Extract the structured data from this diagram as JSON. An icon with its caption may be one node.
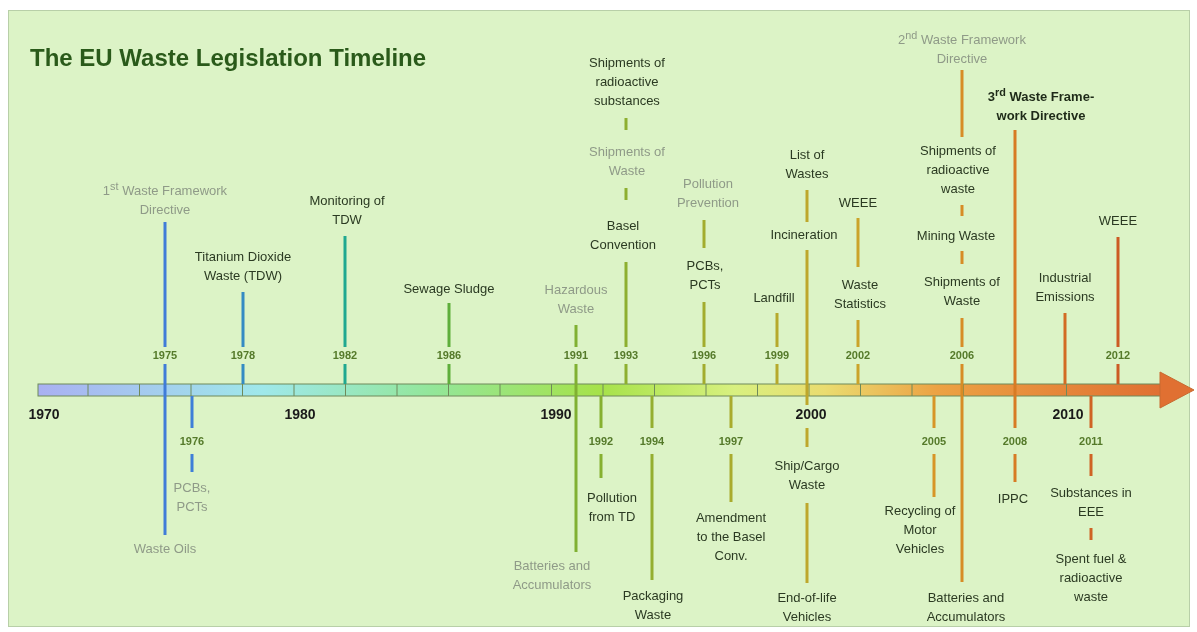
{
  "diagram": {
    "title": "The EU Waste Legislation Timeline",
    "labels": [
      "1$^{st}$ Waste Framework Directive",
      "Titanium Dioxide Waste (TDW)",
      "Monitoring of TDW",
      "Sewage Sludge",
      "Hazardous Waste",
      "Shipments of radioactive substances",
      "Shipments of Waste",
      "Basel Convention",
      "Pollution Prevention",
      "PCBs, PCTs",
      "List of Wastes",
      "Incineration",
      "Landfill",
      "WEEE",
      "Waste Statistics",
      "2$^{nd}$ Waste Framework Directive",
      "3$^{rd}$ Waste Frame-work Directive",
      "Shipments of radioactive waste",
      "Mining Waste",
      "Shipments of Waste",
      "Industrial Emissions",
      "WEEE",
      "1975",
      "1978",
      "1982",
      "1986",
      "1991",
      "1993",
      "1996",
      "1999",
      "2002",
      "2006",
      "2012",
      "1970",
      "1980",
      "1990",
      "2000",
      "2010",
      "1976",
      "1992",
      "1994",
      "1997",
      "2005",
      "2008",
      "2011",
      "PCBs, PCTs",
      "Waste Oils",
      "Batteries and Accumulators",
      "Pollution from TD",
      "Packaging Waste",
      "Amendment to the Basel Conv.",
      "Ship/Cargo Waste",
      "End-of-life Vehicles",
      "Recycling of Motor Vehicles",
      "Batteries and Accumulators",
      "IPPC",
      "Substances in EEE",
      "Spent fuel & radioactive waste"
    ]
  }
}
